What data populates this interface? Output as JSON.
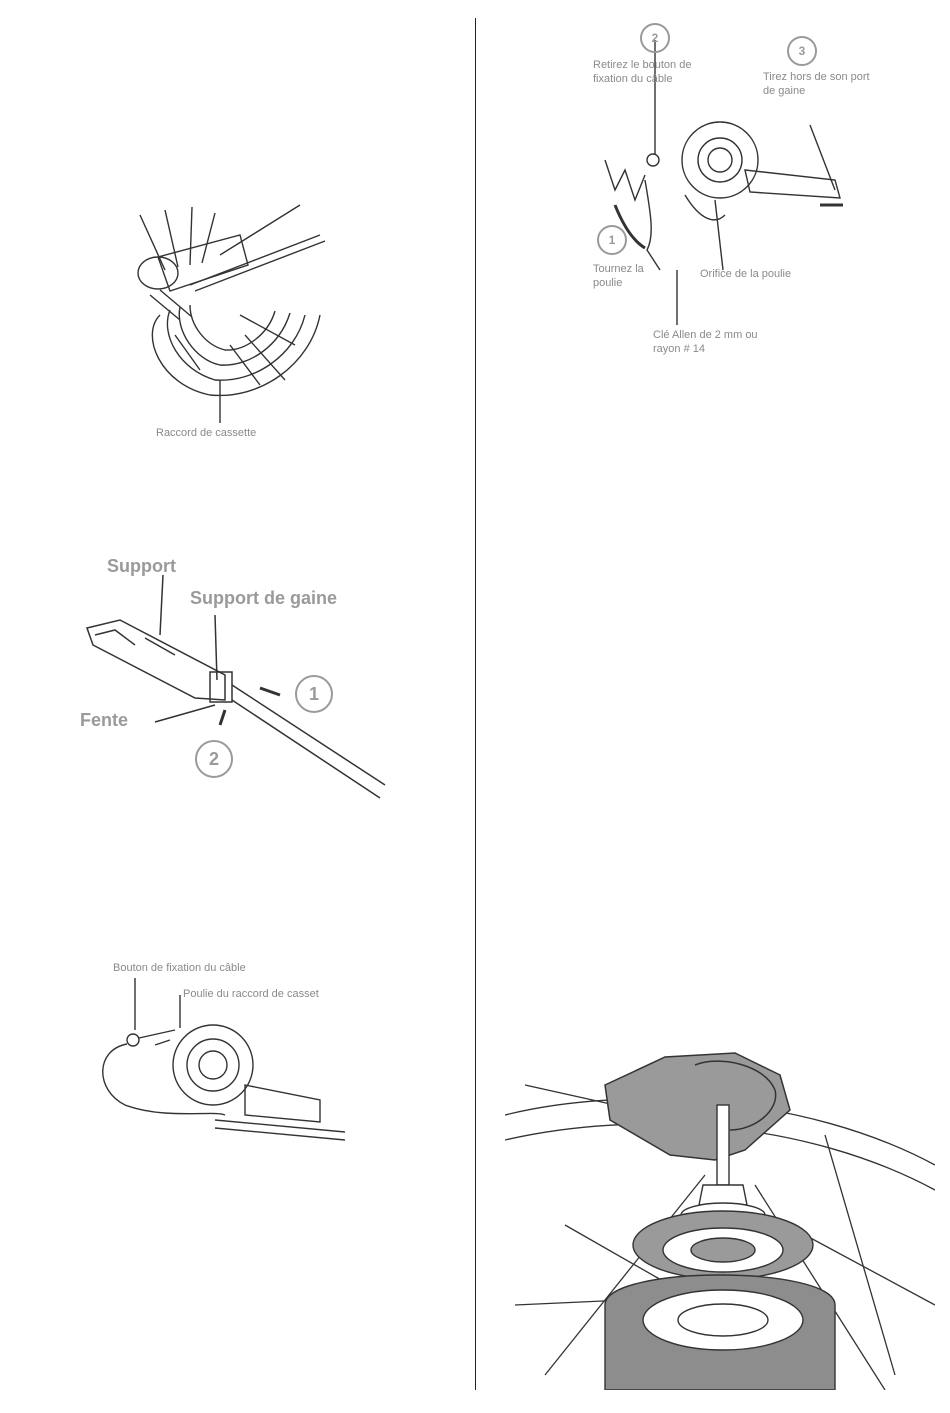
{
  "figures": {
    "cassette": {
      "caption": "Raccord de cassette"
    },
    "support": {
      "support_label": "Support",
      "gaine_label": "Support de gaine",
      "fente_label": "Fente",
      "step1": "1",
      "step2": "2"
    },
    "bouton": {
      "bouton_label": "Bouton de fixation du câble",
      "poulie_label": "Poulie du raccord de casset"
    },
    "removal": {
      "step2": "2",
      "step3": "3",
      "step1": "1",
      "retirez_label": "Retirez le bouton de fixation du câble",
      "tirez_label": "Tirez hors de son port de gaine",
      "tournez_label": "Tournez la poulie",
      "orifice_label": "Orifice de la poulie",
      "cle_label": "Clé Allen de 2 mm ou rayon # 14"
    }
  },
  "colors": {
    "ink": "#333333",
    "label": "#8a8a8a",
    "hub_gray": "#8d8d8d",
    "divider": "#222222"
  }
}
